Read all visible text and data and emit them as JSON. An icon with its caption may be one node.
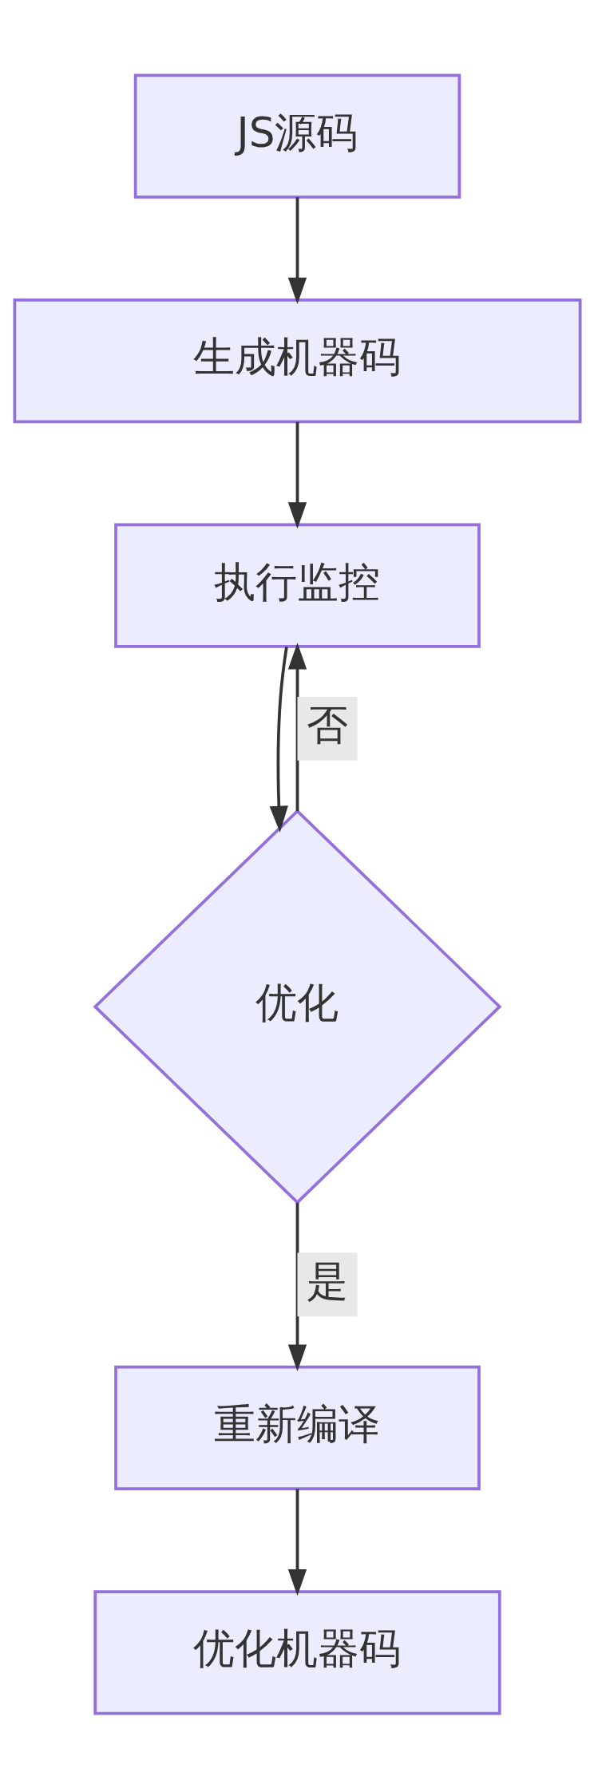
{
  "diagram": {
    "nodes": [
      {
        "text": [
          "JS源码"
        ]
      },
      {
        "text": [
          "生成机器码"
        ]
      },
      {
        "text": [
          "执行监控"
        ]
      },
      {
        "text": [
          "优化"
        ]
      },
      {
        "text": [
          "重新编译"
        ]
      },
      {
        "text": [
          "优化机器码"
        ]
      }
    ],
    "edges": [
      {
        "from": 0,
        "to": 1,
        "arrow": "to"
      },
      {
        "from": 1,
        "to": 2,
        "arrow": "to"
      },
      {
        "from": 2,
        "to": 3,
        "arrow": "to"
      },
      {
        "from": 3,
        "to": 2,
        "arrow": "to",
        "label": "否"
      },
      {
        "from": 3,
        "to": 4,
        "arrow": "to",
        "label": "是"
      },
      {
        "from": 4,
        "to": 5,
        "arrow": "to"
      }
    ]
  }
}
